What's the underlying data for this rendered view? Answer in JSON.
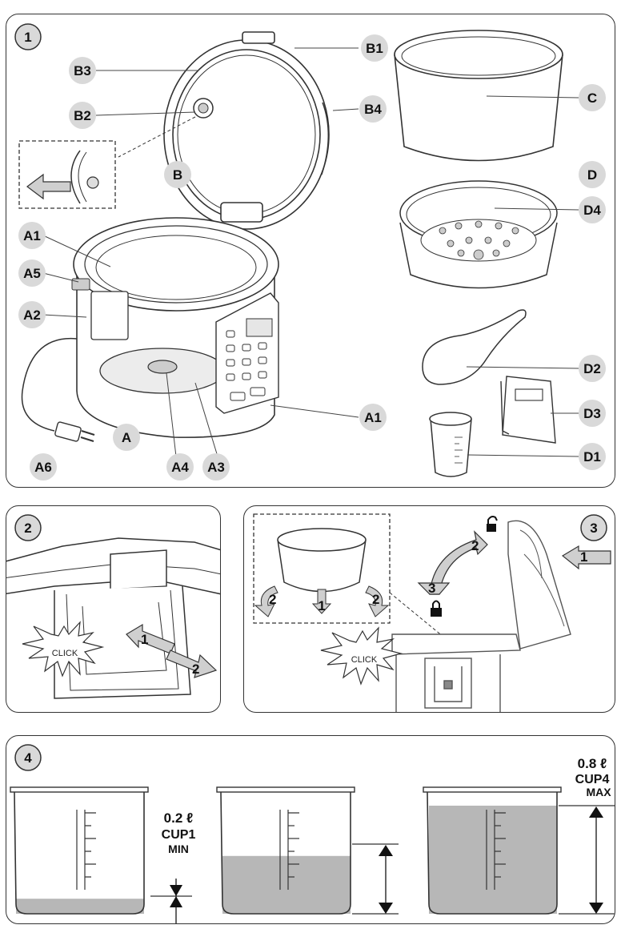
{
  "panels": [
    {
      "number": "1"
    },
    {
      "number": "2"
    },
    {
      "number": "3"
    },
    {
      "number": "4"
    }
  ],
  "panel1": {
    "labels": {
      "B1": "B1",
      "B2": "B2",
      "B3": "B3",
      "B4": "B4",
      "B": "B",
      "C": "C",
      "D": "D",
      "D4": "D4",
      "D2": "D2",
      "D3": "D3",
      "D1": "D1",
      "A1_top": "A1",
      "A5": "A5",
      "A2": "A2",
      "A": "A",
      "A6": "A6",
      "A4": "A4",
      "A3": "A3",
      "A1_panel": "A1"
    }
  },
  "panel2": {
    "click": "CLICK",
    "arrow1": "1",
    "arrow2": "2"
  },
  "panel3": {
    "click": "CLICK",
    "arrow1": "1",
    "arrow2": "2",
    "arrow3": "3",
    "twist_left": "2",
    "twist_down": "1",
    "twist_right": "2"
  },
  "panel4": {
    "min": {
      "volume": "0.2 ℓ",
      "cup": "CUP1",
      "tag": "MIN"
    },
    "max": {
      "volume": "0.8 ℓ",
      "cup": "CUP4",
      "tag": "MAX"
    },
    "fill_levels": [
      0.12,
      0.46,
      0.86
    ]
  },
  "colors": {
    "fill": "#b7b7b7",
    "line": "#333333",
    "badge": "#d9d9d9"
  }
}
